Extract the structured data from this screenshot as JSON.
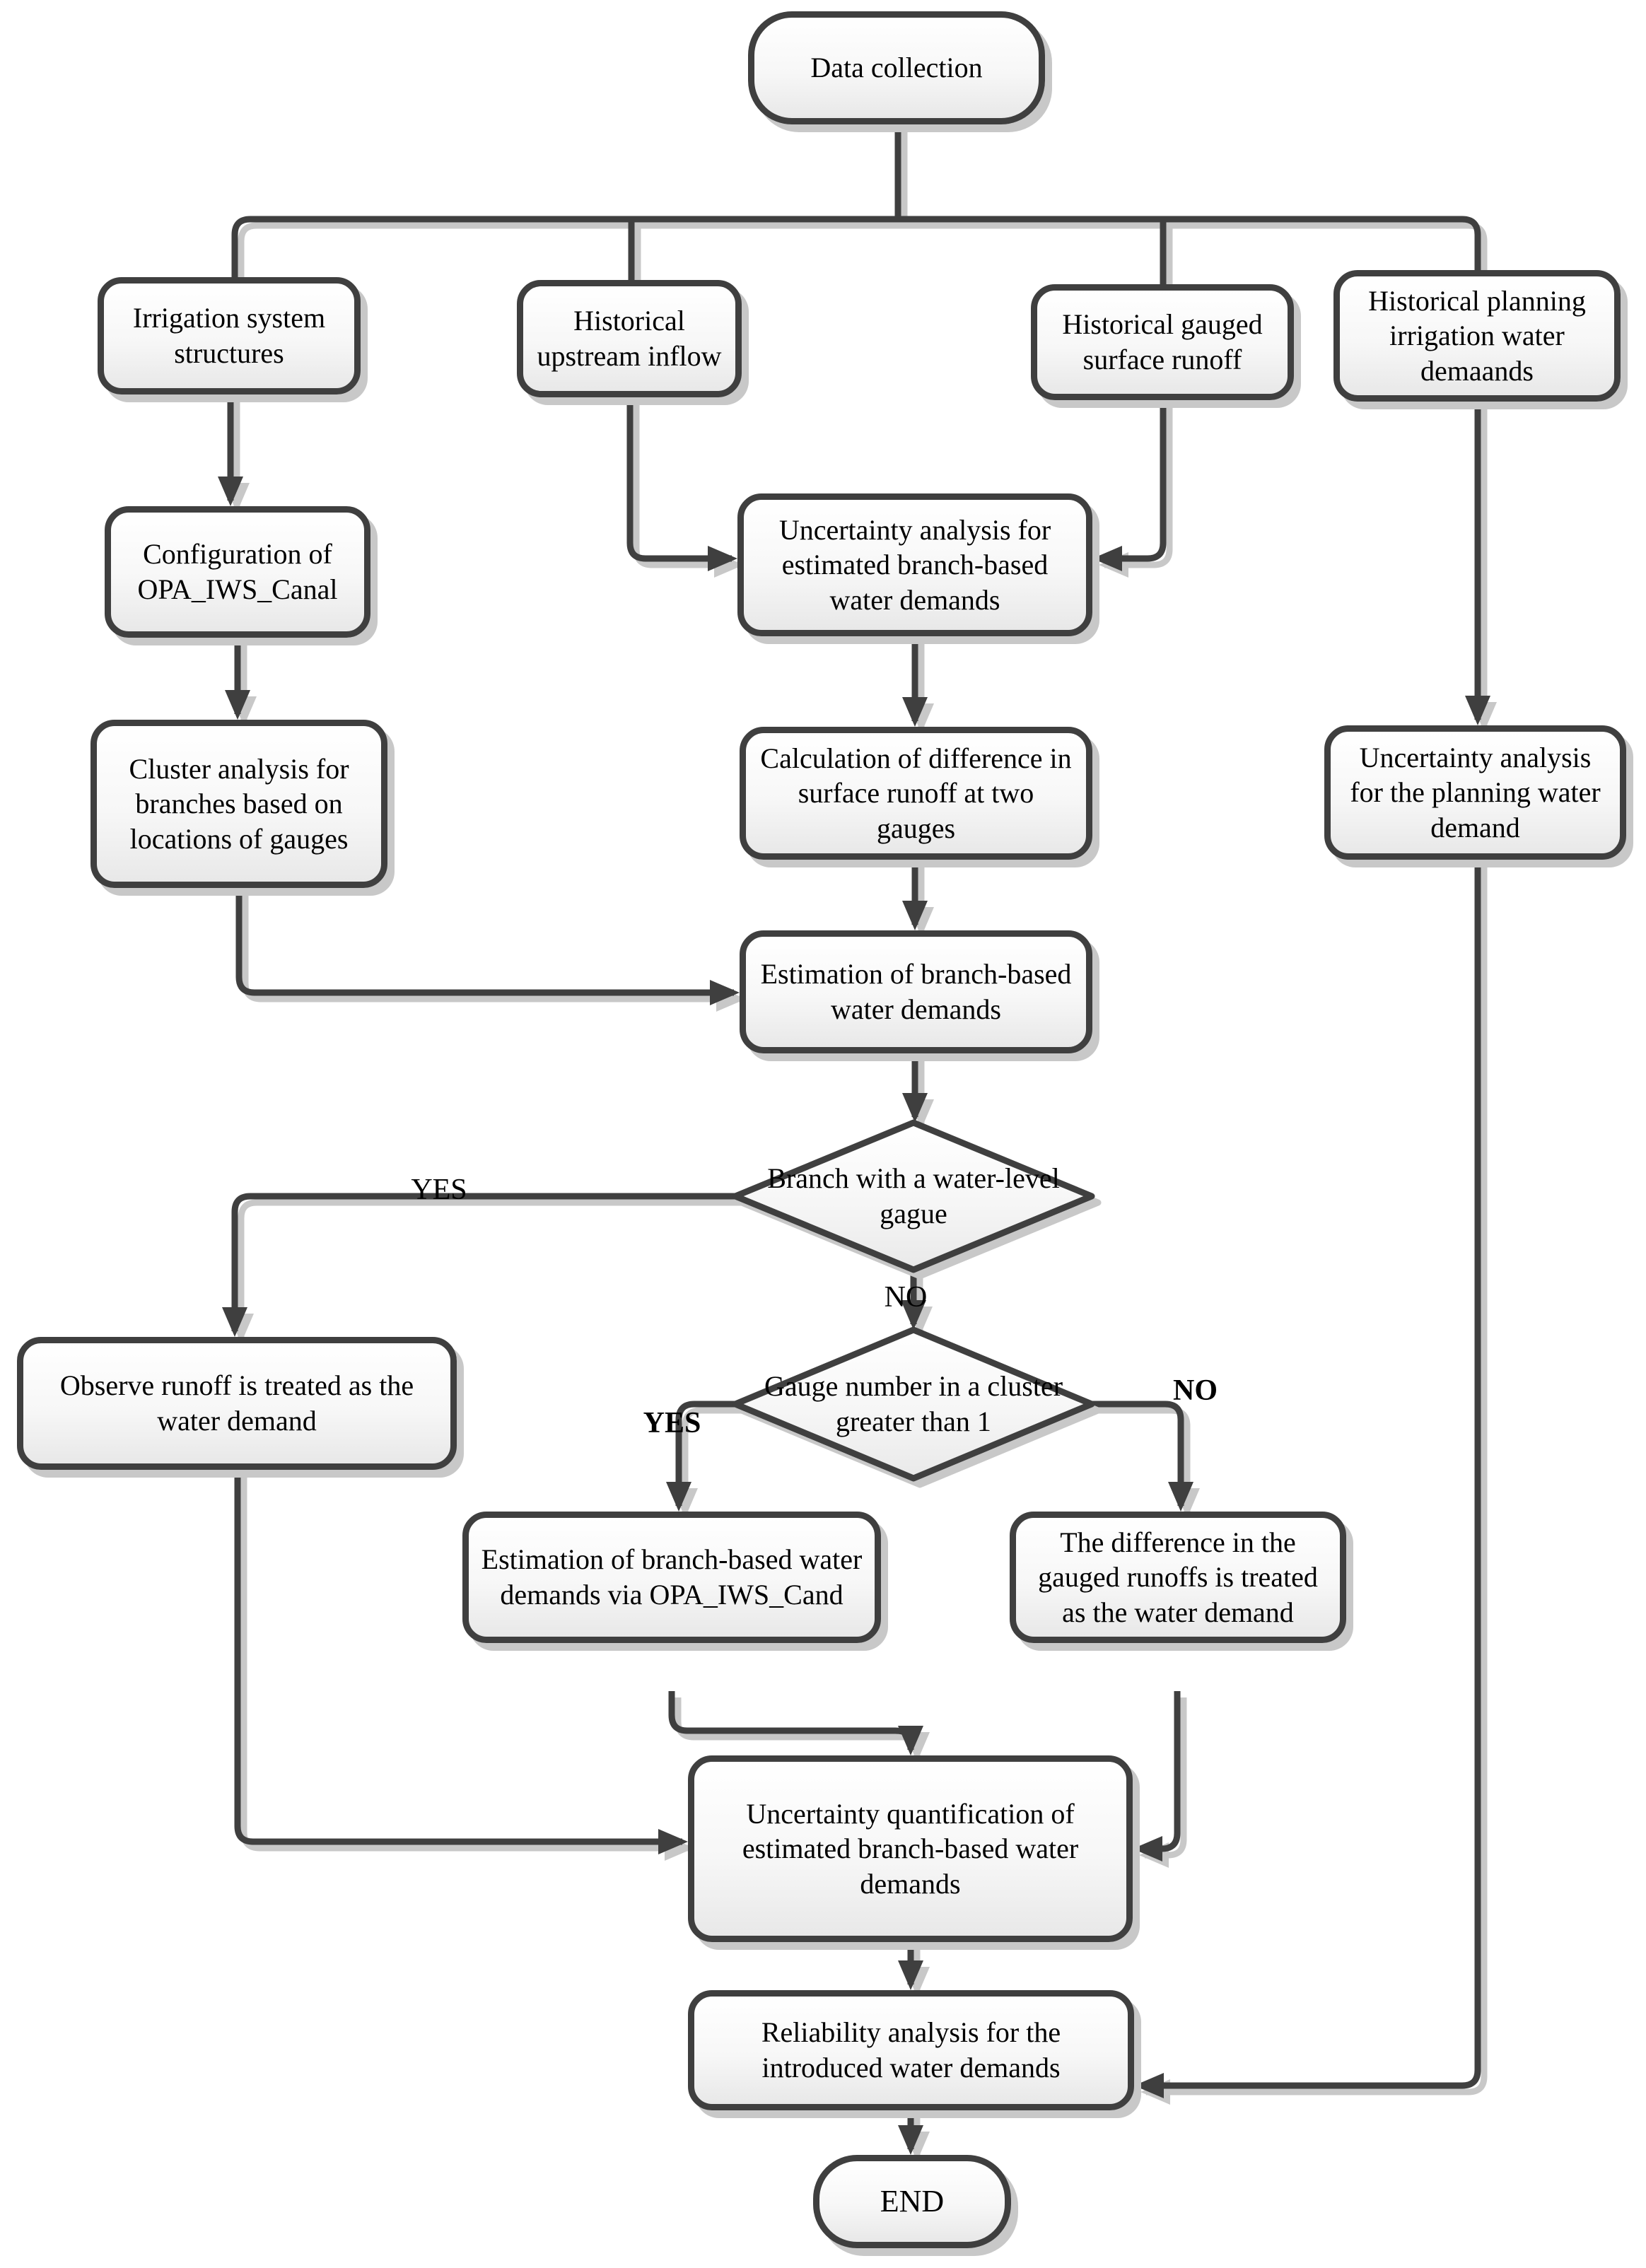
{
  "diagram": {
    "nodes": {
      "data_collection": {
        "label": "Data collection",
        "type": "terminator"
      },
      "irrigation_system_structures": {
        "label": "Irrigation system structures",
        "type": "process"
      },
      "historical_upstream_inflow": {
        "label": "Historical upstream inflow",
        "type": "process"
      },
      "historical_gauged_surface_runoff": {
        "label": "Historical gauged surface runoff",
        "type": "process"
      },
      "historical_planning_demands": {
        "label": "Historical planning irrigation water demaands",
        "type": "process"
      },
      "configuration_opa_iws_canal": {
        "label": "Configuration of OPA_IWS_Canal",
        "type": "process"
      },
      "uncertainty_estimated_demands": {
        "label": "Uncertainty analysis for estimated branch-based water demands",
        "type": "process"
      },
      "cluster_analysis": {
        "label": "Cluster analysis for branches based on locations of gauges",
        "type": "process"
      },
      "calculation_difference": {
        "label": "Calculation of difference in surface runoff at two gauges",
        "type": "process"
      },
      "uncertainty_planning_demand": {
        "label": "Uncertainty analysis for the planning water demand",
        "type": "process"
      },
      "estimation_branch_demands": {
        "label": "Estimation of branch-based water demands",
        "type": "process"
      },
      "branch_water_level_gauge": {
        "label": "Branch with a water-level gague",
        "type": "decision"
      },
      "observe_runoff": {
        "label": "Observe runoff is treated as the water demand",
        "type": "process"
      },
      "gauge_number_cluster": {
        "label": "Gauge number in a cluster greater than 1",
        "type": "decision"
      },
      "estimation_via_opa": {
        "label": "Estimation of branch-based water demands via OPA_IWS_Cand",
        "type": "process"
      },
      "difference_gauged_runoffs": {
        "label": "The difference in the gauged runoffs is treated as the water demand",
        "type": "process"
      },
      "uncertainty_quantification": {
        "label": "Uncertainty quantification of estimated branch-based water demands",
        "type": "process"
      },
      "reliability_analysis": {
        "label": "Reliability analysis for the introduced water demands",
        "type": "process"
      },
      "end": {
        "label": "END",
        "type": "terminator"
      }
    },
    "branch_labels": {
      "yes_water_level": "YES",
      "no_water_level": "NO",
      "yes_gauge_number": "YES",
      "no_gauge_number": "NO"
    },
    "colors": {
      "line": "#3f3f3f",
      "shadow": "#c8c8c8",
      "node_fill_top": "#ffffff",
      "node_fill_bottom": "#e8e8e8",
      "text": "#000000"
    }
  }
}
